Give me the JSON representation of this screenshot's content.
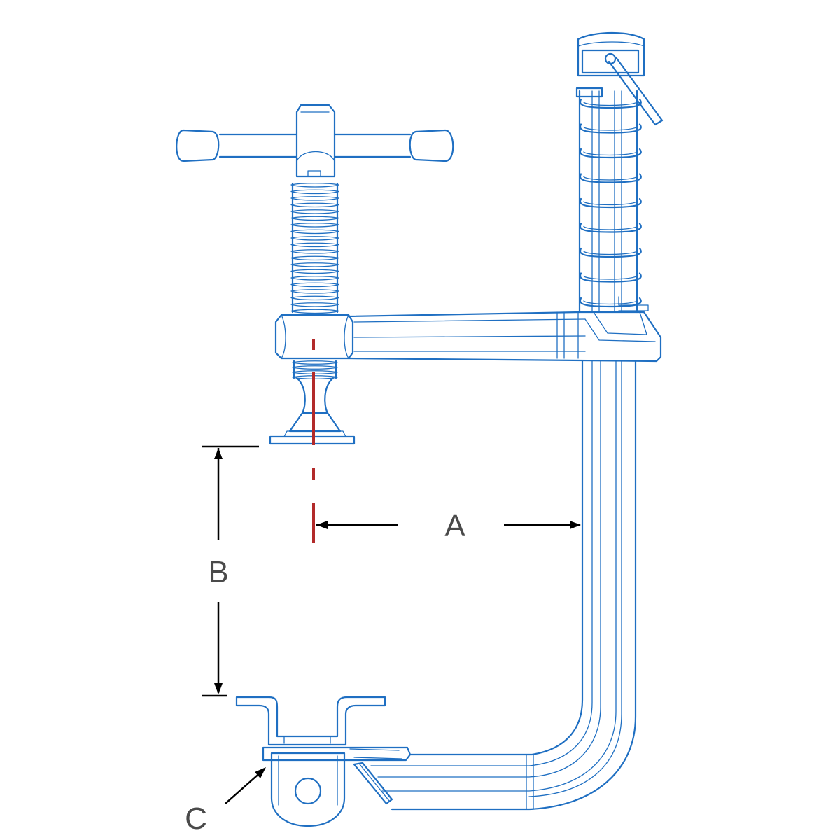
{
  "colors": {
    "outline": "#1f6fc2",
    "centerline": "#b22a2a",
    "dimension": "#000000",
    "label_text": "#4a4a4a",
    "background": "#ffffff"
  },
  "labels": {
    "a": "A",
    "b": "B",
    "c": "C"
  }
}
